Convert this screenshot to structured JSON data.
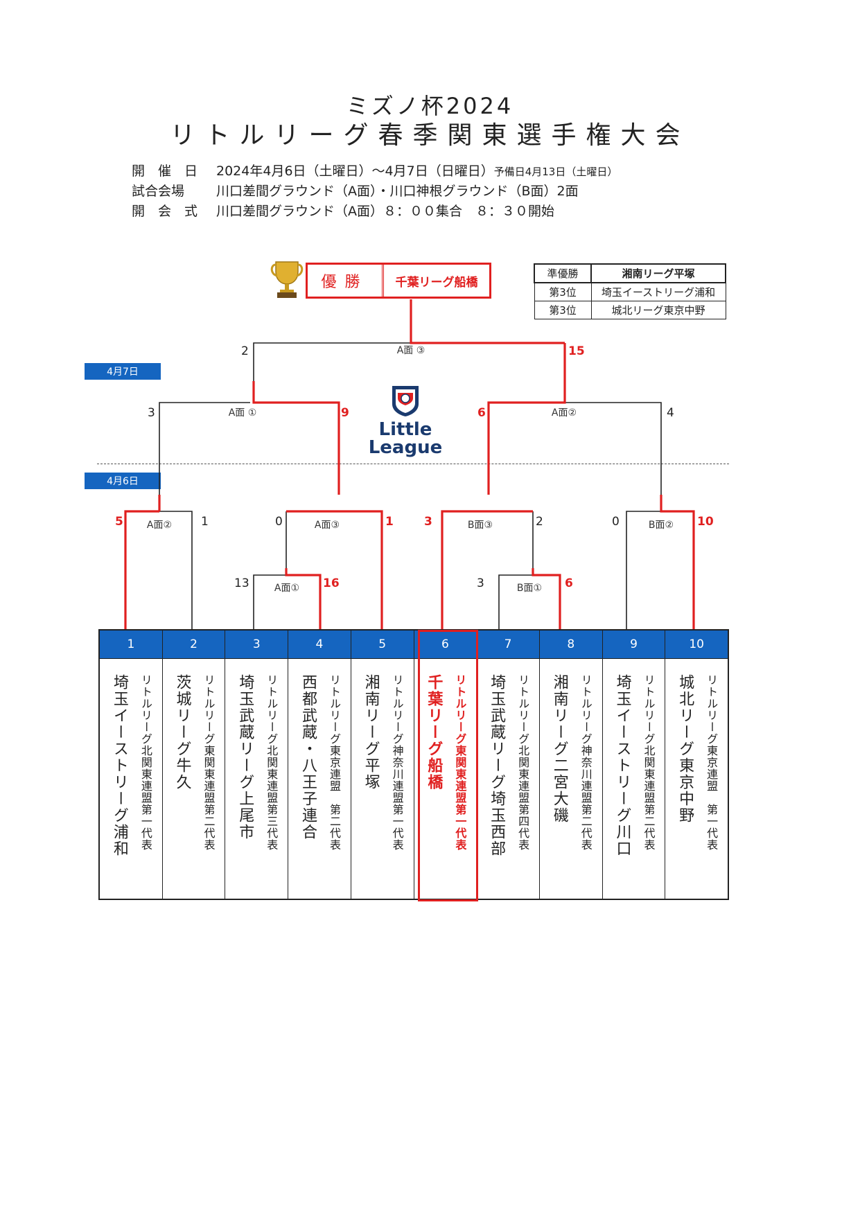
{
  "header": {
    "title1": "ミズノ杯2024",
    "title2": "リトルリーグ春季関東選手権大会"
  },
  "info": [
    {
      "label": "開　催　日",
      "text": "2024年4月6日（土曜日）～4月7日（日曜日）",
      "extra": "予備日4月13日（土曜日）"
    },
    {
      "label": "試合会場",
      "text": "川口差間グラウンド（A面）・川口神根グラウンド（B面）2面",
      "extra": ""
    },
    {
      "label": "開　会　式",
      "text": "川口差間グラウンド（A面）８：００集合　８：３０開始",
      "extra": ""
    }
  ],
  "champion": {
    "label": "優勝",
    "team": "千葉リーグ船橋"
  },
  "results": [
    {
      "rank": "準優勝",
      "team": "湘南リーグ平塚"
    },
    {
      "rank": "第3位",
      "team": "埼玉イーストリーグ浦和"
    },
    {
      "rank": "第3位",
      "team": "城北リーグ東京中野"
    }
  ],
  "dates": {
    "day2": "4月7日",
    "day1": "4月6日"
  },
  "logo": {
    "line1": "Little",
    "line2": "League"
  },
  "courts": {
    "final": "A面 ③",
    "semi_left": "A面 ①",
    "semi_right": "A面②",
    "q1": "A面②",
    "q2": "A面③",
    "q3": "B面③",
    "q4": "B面②",
    "r1_left": "A面①",
    "r1_right": "B面①"
  },
  "scores": {
    "final_left": "2",
    "final_right": "15",
    "semi_l_left": "3",
    "semi_l_right": "9",
    "semi_r_left": "6",
    "semi_r_right": "4",
    "q1_left": "5",
    "q1_right": "1",
    "q2_left": "0",
    "q2_right": "1",
    "q3_left": "3",
    "q3_right": "2",
    "q4_left": "0",
    "q4_right": "10",
    "r1l_left": "13",
    "r1l_right": "16",
    "r1r_left": "3",
    "r1r_right": "6"
  },
  "teams": [
    {
      "no": "1",
      "name": "埼玉イーストリーグ浦和",
      "league": "リトルリーグ北関東連盟第一代表"
    },
    {
      "no": "2",
      "name": "茨城リーグ牛久",
      "league": "リトルリーグ東関東連盟第二代表"
    },
    {
      "no": "3",
      "name": "埼玉武蔵リーグ上尾市",
      "league": "リトルリーグ北関東連盟第三代表"
    },
    {
      "no": "4",
      "name": "西都武蔵・八王子連合",
      "league": "リトルリーグ東京連盟　第二代表"
    },
    {
      "no": "5",
      "name": "湘南リーグ平塚",
      "league": "リトルリーグ神奈川連盟第一代表"
    },
    {
      "no": "6",
      "name": "千葉リーグ船橋",
      "league": "リトルリーグ東関東連盟第一代表"
    },
    {
      "no": "7",
      "name": "埼玉武蔵リーグ埼玉西部",
      "league": "リトルリーグ北関東連盟第四代表"
    },
    {
      "no": "8",
      "name": "湘南リーグ二宮大磯",
      "league": "リトルリーグ神奈川連盟第二代表"
    },
    {
      "no": "9",
      "name": "埼玉イーストリーグ川口",
      "league": "リトルリーグ北関東連盟第二代表"
    },
    {
      "no": "10",
      "name": "城北リーグ東京中野",
      "league": "リトルリーグ東京連盟　第一代表"
    }
  ]
}
